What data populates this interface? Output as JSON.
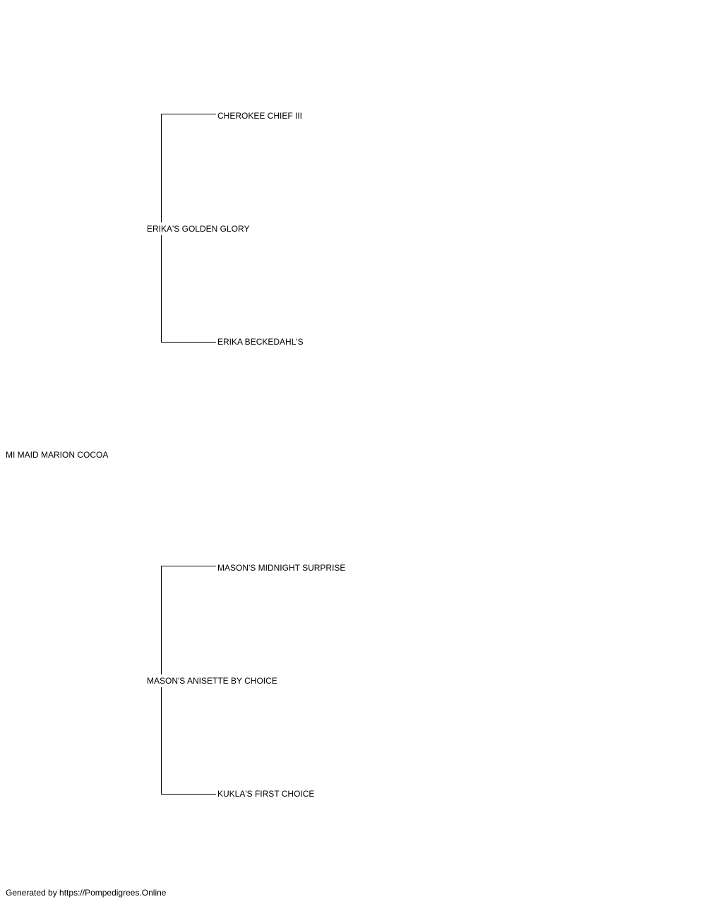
{
  "pedigree": {
    "subject": "MI MAID MARION COCOA",
    "sire": {
      "name": "ERIKA'S GOLDEN GLORY",
      "sire": "CHEROKEE CHIEF III",
      "dam": "ERIKA BECKEDAHL'S"
    },
    "dam": {
      "name": "MASON'S ANISETTE BY CHOICE",
      "sire": "MASON'S MIDNIGHT SURPRISE",
      "dam": "KUKLA'S FIRST CHOICE"
    }
  },
  "footer": {
    "text": "Generated by https://Pompedigrees.Online"
  },
  "colors": {
    "line": "#000000",
    "text": "#000000",
    "background": "#ffffff"
  }
}
